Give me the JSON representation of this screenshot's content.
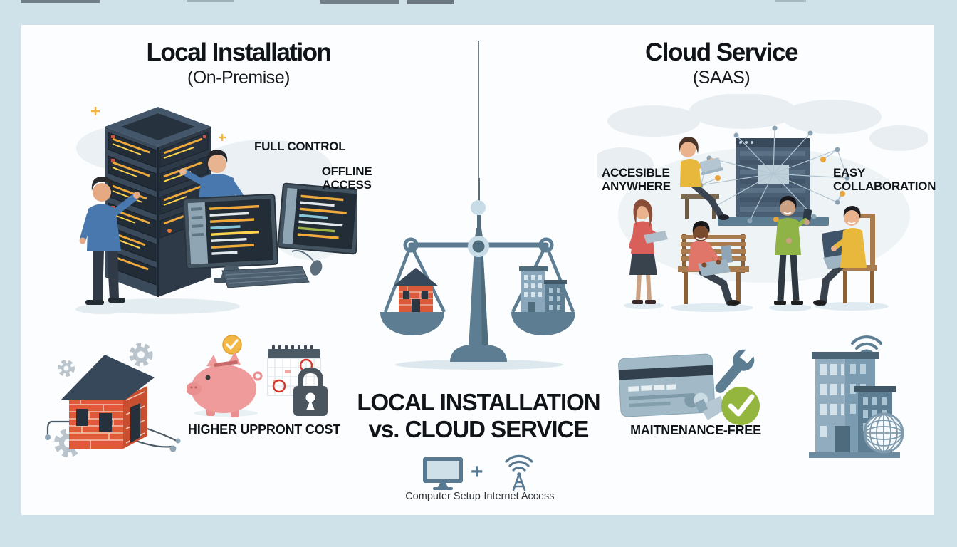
{
  "left": {
    "title": "Local Installation",
    "subtitle": "(On-Premise)",
    "feature_full_control": "FULL CONTROL",
    "feature_offline_line1": "OFFLINE",
    "feature_offline_line2": "ACCESS",
    "cost_label": "HIGHER UPPRONT COST"
  },
  "center": {
    "vs_title_line1": "LOCAL INSTALLATION",
    "vs_title_line2": "vs. CLOUD SERVICE",
    "requirement_computer": "Computer Setup",
    "plus_sign": "+",
    "requirement_internet": "Internet Access"
  },
  "right": {
    "title": "Cloud Service",
    "subtitle": "(SAAS)",
    "feature_accessible_line1": "ACCESIBLE",
    "feature_accessible_line2": "ANYWHERE",
    "feature_collab_line1": "EASY",
    "feature_collab_line2": "COLLABORATION",
    "maintenance_label": "MAITNENANCE-FREE"
  },
  "colors": {
    "background_border": "#cfe1e9",
    "panel_background": "#fbfdfe",
    "steel_blue": "#5d7d92",
    "server_dark": "#3a4a5b",
    "accent_amber": "#f0a93b",
    "brick_red": "#d9593a",
    "roof_slate": "#36485a",
    "pig_pink": "#f09b9b",
    "check_green": "#94b63e",
    "people_blue": "#4878ad",
    "people_yellow": "#e8b83d",
    "people_red": "#d95f5a",
    "people_green": "#8fb347"
  }
}
